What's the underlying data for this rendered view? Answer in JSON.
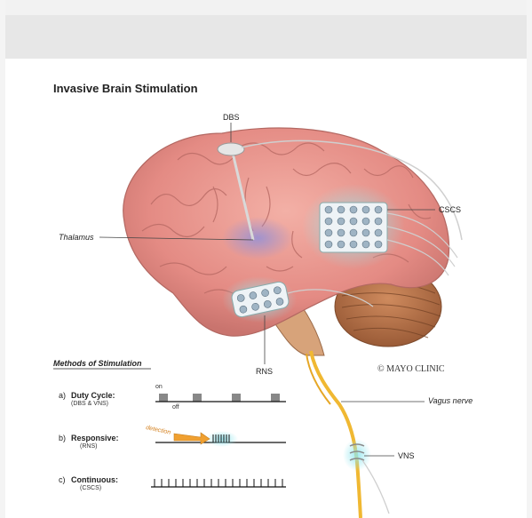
{
  "figure": {
    "title": "Invasive Brain Stimulation",
    "labels": {
      "dbs": "DBS",
      "cscs": "CSCS",
      "thalamus": "Thalamus",
      "rns": "RNS",
      "vagus": "Vagus nerve",
      "vns": "VNS",
      "copyright": "© MAYO CLINIC"
    },
    "methods": {
      "heading": "Methods of Stimulation",
      "items": [
        {
          "prefix": "a)",
          "name": "Duty Cycle:",
          "sub": "(DBS & VNS)",
          "on": "on",
          "off": "off"
        },
        {
          "prefix": "b)",
          "name": "Responsive:",
          "sub": "(RNS)",
          "detection": "detection"
        },
        {
          "prefix": "c)",
          "name": "Continuous:",
          "sub": "(CSCS)"
        }
      ]
    }
  },
  "colors": {
    "brain": "#e8958e",
    "brain_dark": "#c06e6a",
    "cerebellum": "#b7744c",
    "nerve": "#f0b832",
    "glow": "#8fe6ee",
    "accent_arrow": "#f0a030"
  }
}
